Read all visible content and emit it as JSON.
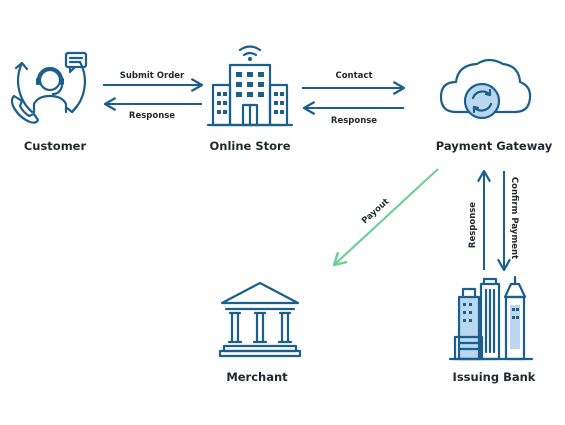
{
  "nodes": {
    "customer": "Customer",
    "online_store": "Online Store",
    "payment_gateway": "Payment Gateway",
    "merchant": "Merchant",
    "issuing_bank": "Issuing Bank"
  },
  "edges": {
    "submit_order": "Submit Order",
    "response_store_to_customer": "Response",
    "contact": "Contact",
    "response_gateway_to_store": "Response",
    "payout": "Payout",
    "response_bank_to_gateway": "Response",
    "confirm_payment": "Confirm Payment"
  },
  "colors": {
    "icon": "#1c5f8c",
    "icon_light": "#b9d7ee",
    "arrow": "#1c5f8c",
    "payout_arrow": "#6fcf97",
    "text": "#1f2a30"
  },
  "icons": {
    "customer": "headset-agent-icon",
    "online_store": "office-building-icon",
    "payment_gateway": "cloud-sync-icon",
    "merchant": "bank-building-icon",
    "issuing_bank": "city-skyscrapers-icon"
  }
}
